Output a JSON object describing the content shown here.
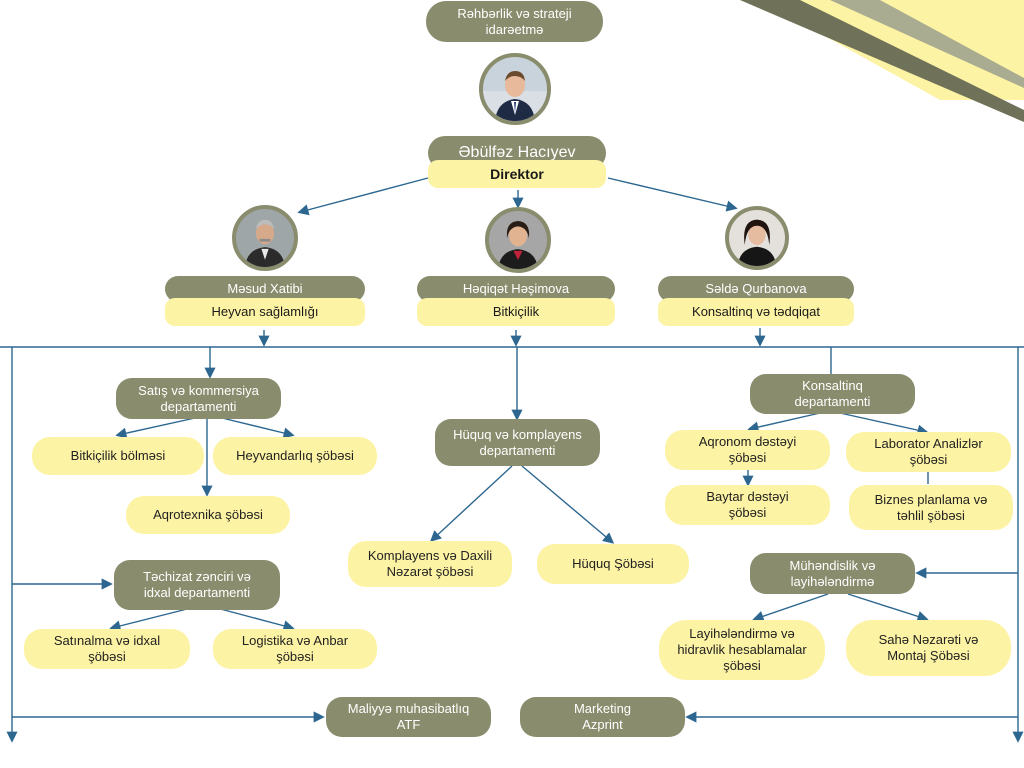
{
  "org_chart": {
    "top_label": "Rəhbərlik və strateji\nidarəetmə",
    "director": {
      "name": "Əbülfəz Hacıyev",
      "title": "Direktor"
    },
    "deputies": [
      {
        "name": "Məsud Xatibi",
        "title": "Heyvan sağlamlığı"
      },
      {
        "name": "Həqiqət Həşimova",
        "title": "Bitkiçilik"
      },
      {
        "name": "Səldə Qurbanova",
        "title": "Konsaltinq və tədqiqat"
      }
    ],
    "departments": {
      "sales": "Satış və kommersiya\ndepartamenti",
      "sales_units": [
        "Bitkiçilik bölməsi",
        "Heyvandarlıq şöbəsi",
        "Aqrotexnika şöbəsi"
      ],
      "supply": "Təchizat zənciri və\nidxal departamenti",
      "supply_units": [
        "Satınalma və idxal\nşöbəsi",
        "Logistika və Anbar\nşöbəsi"
      ],
      "legal": "Hüquq və komplayens\ndepartamenti",
      "legal_units": [
        "Komplayens və Daxili\nNəzarət şöbəsi",
        "Hüquq Şöbəsi"
      ],
      "consulting": "Konsaltinq\ndepartamenti",
      "consulting_units": [
        "Aqronom dəstəyi\nşöbəsi",
        "Laborator Analizlər\nşöbəsi",
        "Baytar dəstəyi\nşöbəsi",
        "Biznes planlama və\ntəhlil şöbəsi"
      ],
      "engineering": "Mühəndislik və\nlayihələndirmə",
      "engineering_units": [
        "Layihələndirmə və\nhidravlik hesablamalar\nşöbəsi",
        "Sahə Nəzarəti və\nMontaj Şöbəsi"
      ],
      "finance": "Maliyyə muhasibatlıq\nATF",
      "marketing": "Marketing\nAzprint"
    }
  },
  "colors": {
    "dark_node": "#8a8d6d",
    "light_node": "#fdf3a4",
    "line": "#2d6790",
    "corner_dark": "#6f7258",
    "corner_light": "#fdf3a4"
  }
}
